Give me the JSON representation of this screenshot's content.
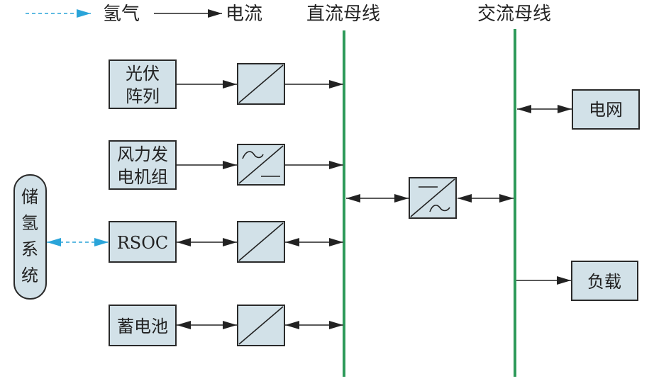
{
  "legend": {
    "hydrogen_label": "氢气",
    "current_label": "电流",
    "hydrogen_color": "#2aa4d9",
    "current_color": "#222222"
  },
  "buses": {
    "dc_label": "直流母线",
    "ac_label": "交流母线",
    "color": "#2e9a5a"
  },
  "sources": {
    "pv_line1": "光伏",
    "pv_line2": "阵列",
    "wind_line1": "风力发",
    "wind_line2": "电机组",
    "rsoc": "RSOC",
    "battery": "蓄电池"
  },
  "storage": {
    "chars": [
      "储",
      "氢",
      "系",
      "统"
    ]
  },
  "ac_side": {
    "grid": "电网",
    "load": "负载"
  },
  "converters": [
    {
      "id": "pv",
      "type": "DC/DC",
      "flow": "unidirectional"
    },
    {
      "id": "wind",
      "type": "AC/DC",
      "flow": "unidirectional"
    },
    {
      "id": "rsoc",
      "type": "DC/DC",
      "flow": "bidirectional"
    },
    {
      "id": "battery",
      "type": "DC/DC",
      "flow": "bidirectional"
    },
    {
      "id": "inverter",
      "type": "DC/AC",
      "flow": "bidirectional"
    }
  ],
  "colors": {
    "box_fill": "#d2e1e8",
    "box_stroke": "#2a2a2a"
  }
}
